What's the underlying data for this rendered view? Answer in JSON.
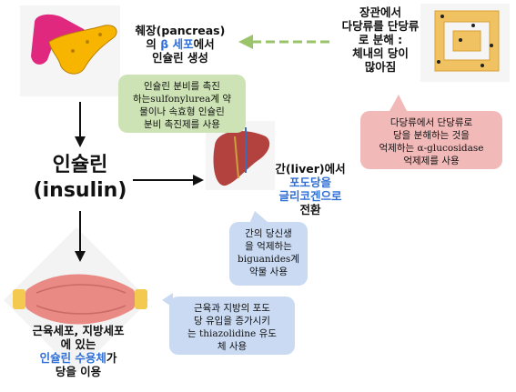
{
  "pancreas": {
    "line1": "췌장(pancreas)",
    "line2_pre": "의 ",
    "line2_blue": "β 세포",
    "line2_post": "에서",
    "line3": "인슐린 생성"
  },
  "intestine": {
    "lines": [
      "장관에서",
      "다당류를 단당류",
      "로 분해 :",
      "체내의 당이",
      "많아짐"
    ]
  },
  "callouts": {
    "sulfonylurea": [
      "인슐린 분비를 촉진",
      "하는sulfonylurea계 약",
      "물이나 속효형 인슐린",
      "분비 촉진제를 사용"
    ],
    "glucosidase": [
      "다당류에서 단당류로",
      "당을 분해하는 것을",
      "억제하는 α-glucosidase",
      "억제제를 사용"
    ],
    "biguanides": [
      "간의 당신생",
      "을 억제하는",
      "biguanides계",
      "약물 사용"
    ],
    "thiazolidine": [
      "근육과 지방의 포도",
      "당 유입을 증가시키",
      "는 thiazolidine 유도",
      "체 사용"
    ]
  },
  "insulin": {
    "line1": "인슐린",
    "line2": "(insulin)"
  },
  "liver": {
    "line1": "간(liver)에서",
    "line2_blue": "포도당을",
    "line3_blue": "글리코겐으로",
    "line4": "전환"
  },
  "muscle": {
    "line1": "근육세포, 지방세포",
    "line2": "에 있는",
    "line3_blue": "인슐린 수용체",
    "line3_post": "가",
    "line4": "당을 이용"
  },
  "colors": {
    "green_box": "#cde3b5",
    "pink_box": "#f2b9b9",
    "blue_box": "#c9daf2",
    "accent_blue": "#2f6fd6",
    "arrow_green": "#9bc46a"
  }
}
